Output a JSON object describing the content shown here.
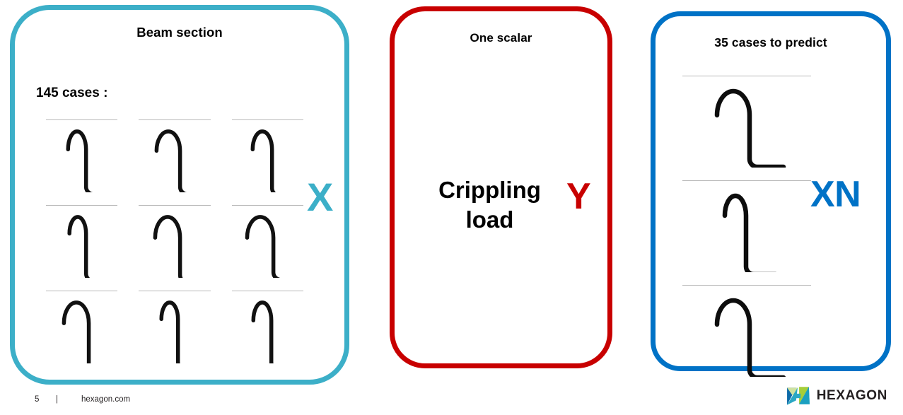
{
  "slide": {
    "page_number": "5",
    "separator": "|",
    "website": "hexagon.com",
    "brand_name": "HEXAGON"
  },
  "colors": {
    "teal": "#3cafc8",
    "red": "#c80000",
    "blue": "#0072c6",
    "rule": "#b9b9b9",
    "beam_stroke": "#111111",
    "text": "#000000",
    "footer_text": "#231f20",
    "logo_blue": "#0d6aa8",
    "logo_teal": "#2aa8c4",
    "logo_green": "#a6ce39",
    "logo_light": "#cfe2a0"
  },
  "panels": {
    "x": {
      "title": "Beam section",
      "cases_label": "145 cases :",
      "tag": "X",
      "tag_color": "#3cafc8",
      "border_color": "#3cafc8",
      "beam_count": 9,
      "beams": [
        {
          "id": "beam-1",
          "arc_width": 26,
          "arc_height": 26,
          "web_height": 54,
          "flange": 36
        },
        {
          "id": "beam-2",
          "arc_width": 34,
          "arc_height": 28,
          "web_height": 52,
          "flange": 40
        },
        {
          "id": "beam-3",
          "arc_width": 28,
          "arc_height": 26,
          "web_height": 56,
          "flange": 38
        },
        {
          "id": "beam-4",
          "arc_width": 24,
          "arc_height": 24,
          "web_height": 58,
          "flange": 34
        },
        {
          "id": "beam-5",
          "arc_width": 36,
          "arc_height": 30,
          "web_height": 54,
          "flange": 42
        },
        {
          "id": "beam-6",
          "arc_width": 38,
          "arc_height": 30,
          "web_height": 50,
          "flange": 44
        },
        {
          "id": "beam-7",
          "arc_width": 36,
          "arc_height": 30,
          "web_height": 58,
          "flange": 38
        },
        {
          "id": "beam-8",
          "arc_width": 24,
          "arc_height": 24,
          "web_height": 62,
          "flange": 36
        },
        {
          "id": "beam-9",
          "arc_width": 26,
          "arc_height": 26,
          "web_height": 60,
          "flange": 38
        }
      ]
    },
    "y": {
      "title": "One scalar",
      "value_line_1": "Crippling",
      "value_line_2": "load",
      "tag": "Y",
      "tag_color": "#c80000",
      "border_color": "#c80000"
    },
    "xn": {
      "title": "35 cases to predict",
      "tag": "XN",
      "tag_color": "#0072c6",
      "border_color": "#0072c6",
      "beam_count": 3,
      "beams": [
        {
          "id": "xn-beam-1",
          "arc_width": 46,
          "arc_height": 34,
          "web_height": 62,
          "flange": 48
        },
        {
          "id": "xn-beam-2",
          "arc_width": 30,
          "arc_height": 28,
          "web_height": 72,
          "flange": 42
        },
        {
          "id": "xn-beam-3",
          "arc_width": 46,
          "arc_height": 34,
          "web_height": 64,
          "flange": 48
        }
      ]
    }
  }
}
